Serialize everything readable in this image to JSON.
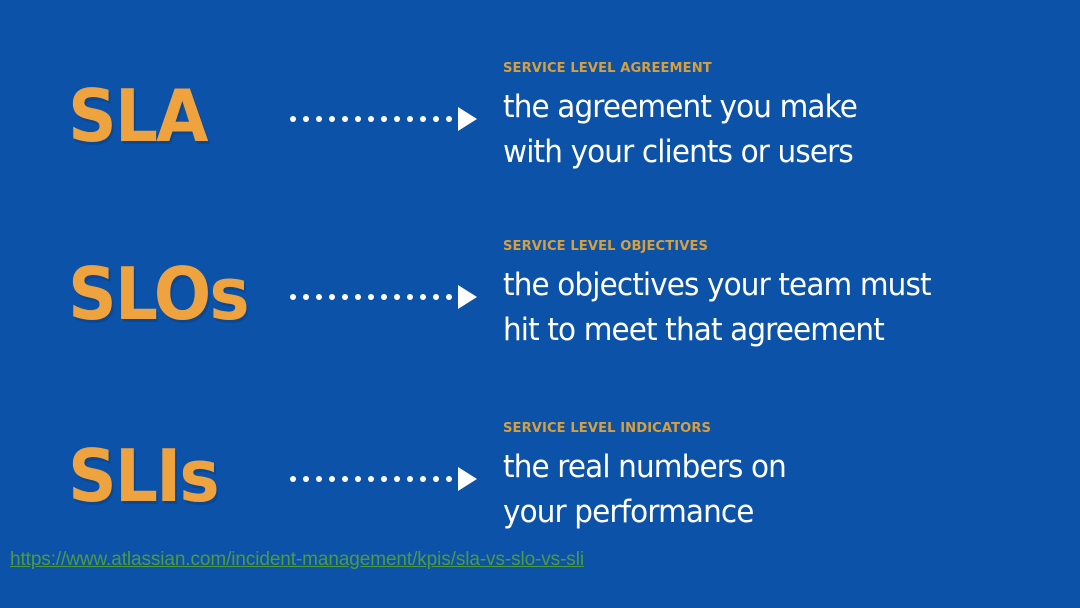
{
  "slide": {
    "background_color": "#0C52A8",
    "accent_color": "#EFA33E",
    "caption_color": "#D8A03C",
    "body_color": "#FFFFFF",
    "link_color": "#4E9B3F",
    "arrow_dot_count": 13
  },
  "rows": [
    {
      "acronym": "SLA",
      "caption": "SERVICE LEVEL AGREEMENT",
      "description_lines": [
        "the agreement you make",
        "with your clients or users"
      ]
    },
    {
      "acronym": "SLOs",
      "caption": "SERVICE LEVEL OBJECTIVES",
      "description_lines": [
        "the objectives your team must",
        "hit to meet that agreement"
      ]
    },
    {
      "acronym": "SLIs",
      "caption": "SERVICE LEVEL INDICATORS",
      "description_lines": [
        "the real numbers on",
        "your performance"
      ]
    }
  ],
  "source": {
    "url": "https://www.atlassian.com/incident-management/kpis/sla-vs-slo-vs-sli"
  }
}
